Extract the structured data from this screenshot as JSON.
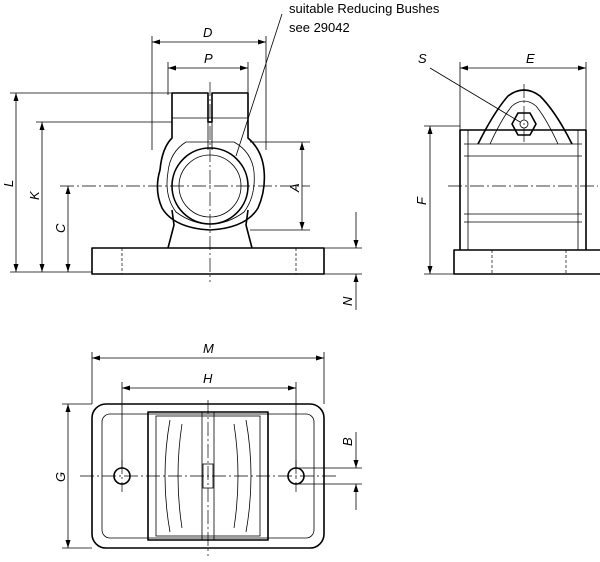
{
  "note": {
    "line1": "suitable Reducing Bushes",
    "line2": "see 29042"
  },
  "labels": {
    "D": "D",
    "P": "P",
    "L": "L",
    "K": "K",
    "C": "C",
    "A": "A",
    "N": "N",
    "S": "S",
    "E": "E",
    "F": "F",
    "M": "M",
    "H": "H",
    "B": "B",
    "G": "G"
  }
}
